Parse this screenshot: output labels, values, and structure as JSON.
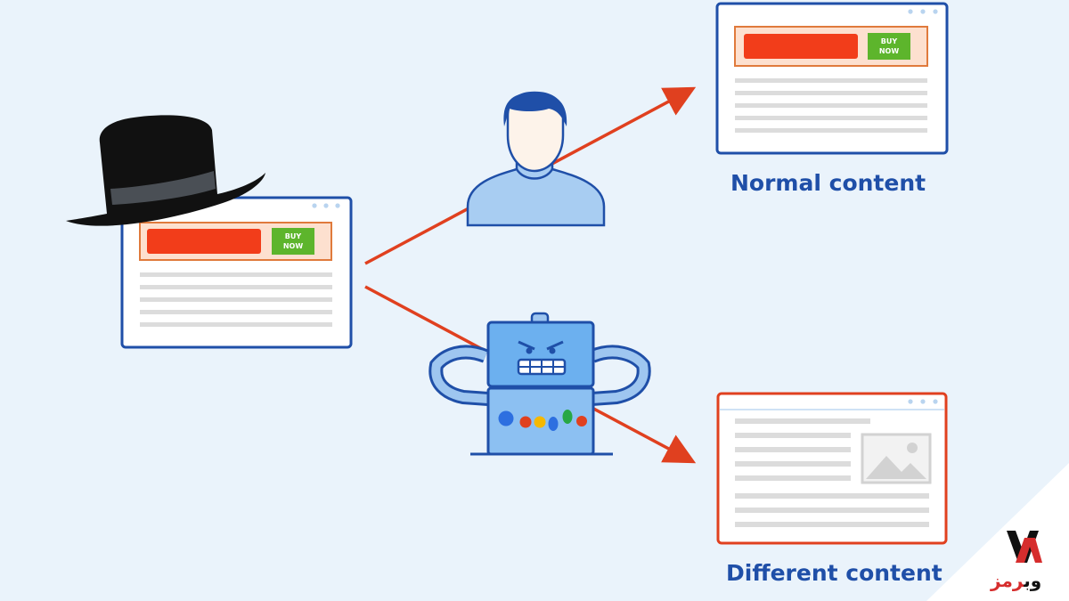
{
  "captions": {
    "normal": "Normal content",
    "different": "Different content"
  },
  "browser_windows": {
    "cloaked_page": {
      "button_line1": "BUY",
      "button_line2": "NOW"
    },
    "normal_page": {
      "button_line1": "BUY",
      "button_line2": "NOW"
    }
  },
  "watermark": {
    "text_dark": "وب",
    "text_accent": "رمز"
  },
  "icons": {
    "hat": "black-hat-icon",
    "user": "user-avatar-icon",
    "robot": "googlebot-robot-icon",
    "image_placeholder": "image-placeholder-icon",
    "logo": "webramz-logo-icon"
  },
  "colors": {
    "background": "#eaf3fb",
    "arrow": "#e0401f",
    "window_border_blue": "#1f4fa8",
    "window_border_orange": "#e0401f",
    "caption": "#1f4fa8",
    "ad_banner": "#f23d1a",
    "buy_button": "#5db52c"
  }
}
